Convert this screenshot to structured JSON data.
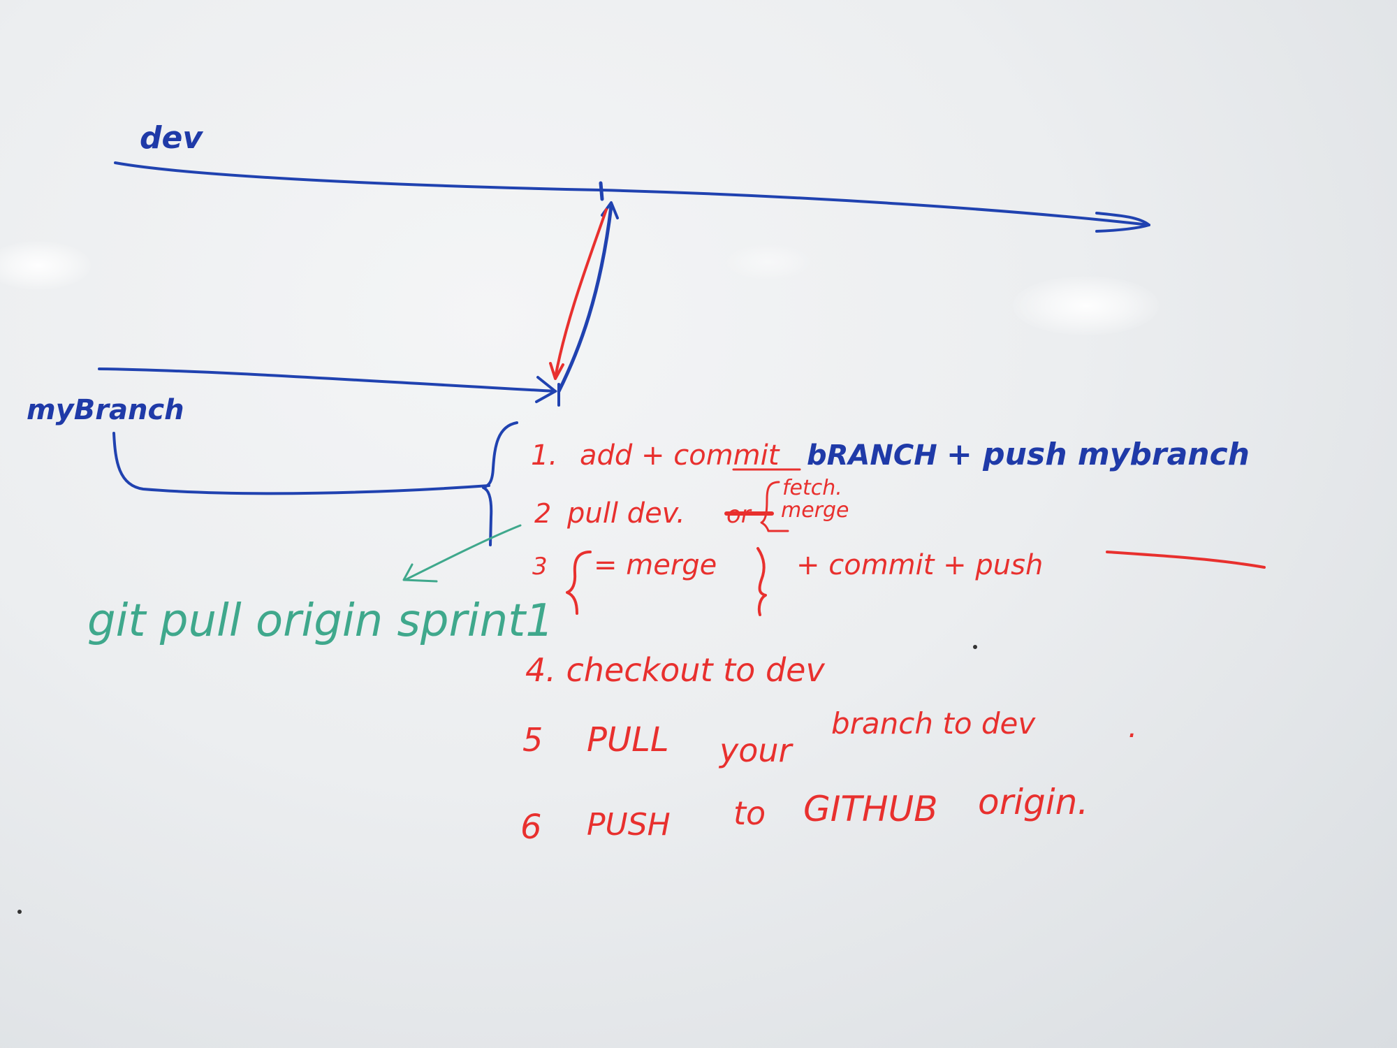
{
  "board": {
    "background": "#eceef0",
    "ink_colors": {
      "blue": "#1f3aa8",
      "red": "#e8302e",
      "green": "#3fa88c"
    }
  },
  "branches": {
    "dev_label": "dev",
    "mybranch_label": "myBranch"
  },
  "steps": {
    "step1": {
      "number": "1.",
      "text": "add + commit",
      "branch_text": "bRANCH",
      "push_text": "+ push mybranch"
    },
    "step2": {
      "number": "2",
      "text": "pull dev.",
      "struck_text": "or",
      "fetch_text": "fetch.",
      "merge_text": "merge"
    },
    "step3": {
      "number": "3",
      "merge_text": "= merge",
      "commit_push_text": "+ commit + push"
    },
    "step4": {
      "text": "4. checkout to dev"
    },
    "step5": {
      "number": "5",
      "pull_text": "PULL",
      "your_text": "your",
      "branch_text": "branch to dev",
      "dot": "."
    },
    "step6": {
      "number": "6",
      "push_text": "PUSH",
      "to_text": "to",
      "github_text": "GITHUB",
      "origin_text": "origin."
    }
  },
  "note": {
    "text": "git pull origin sprint1"
  }
}
